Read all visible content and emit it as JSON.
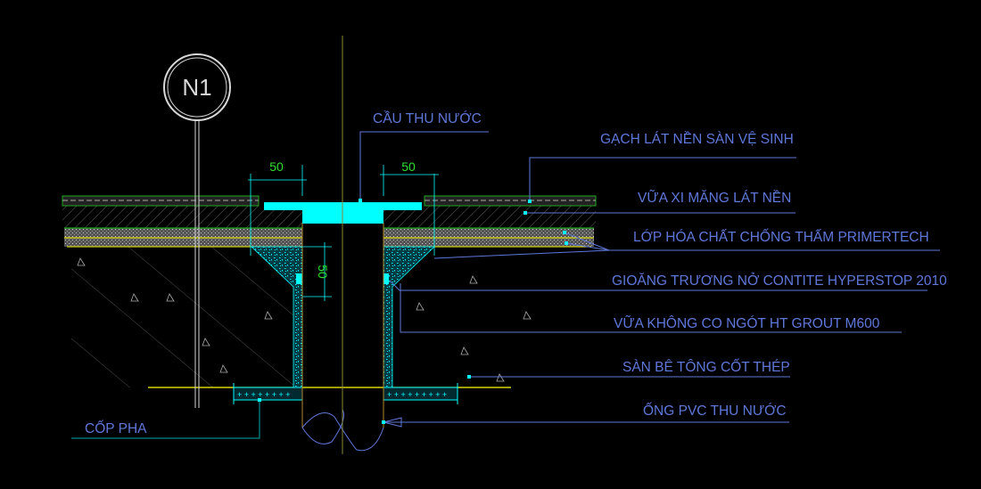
{
  "tag": "N1",
  "dimensions": {
    "left_width": "50",
    "right_width": "50",
    "gasket_depth": "50"
  },
  "labels": {
    "drain": "CẦU THU NƯỚC",
    "tile": "GẠCH LÁT NỀN SÀN VỆ SINH",
    "mortar": "VỮA XI MĂNG LÁT NỀN",
    "waterproof": "LỚP HÓA CHẤT CHỐNG THẤM PRIMERTECH",
    "gasket": "GIOĂNG TRƯƠNG NỞ CONTITE HYPERSTOP 2010",
    "grout": "VỮA KHÔNG CO NGÓT HT GROUT M600",
    "slab": "SÀN BÊ TÔNG CỐT THÉP",
    "pipe": "ỐNG PVC THU NƯỚC",
    "formwork": "CỐP PHA"
  },
  "colors": {
    "leader": "#5f77d9",
    "cyan": "#00ffff",
    "yellow": "#ffff00",
    "green": "#1fa81f",
    "centerline": "#8a8a3a"
  }
}
